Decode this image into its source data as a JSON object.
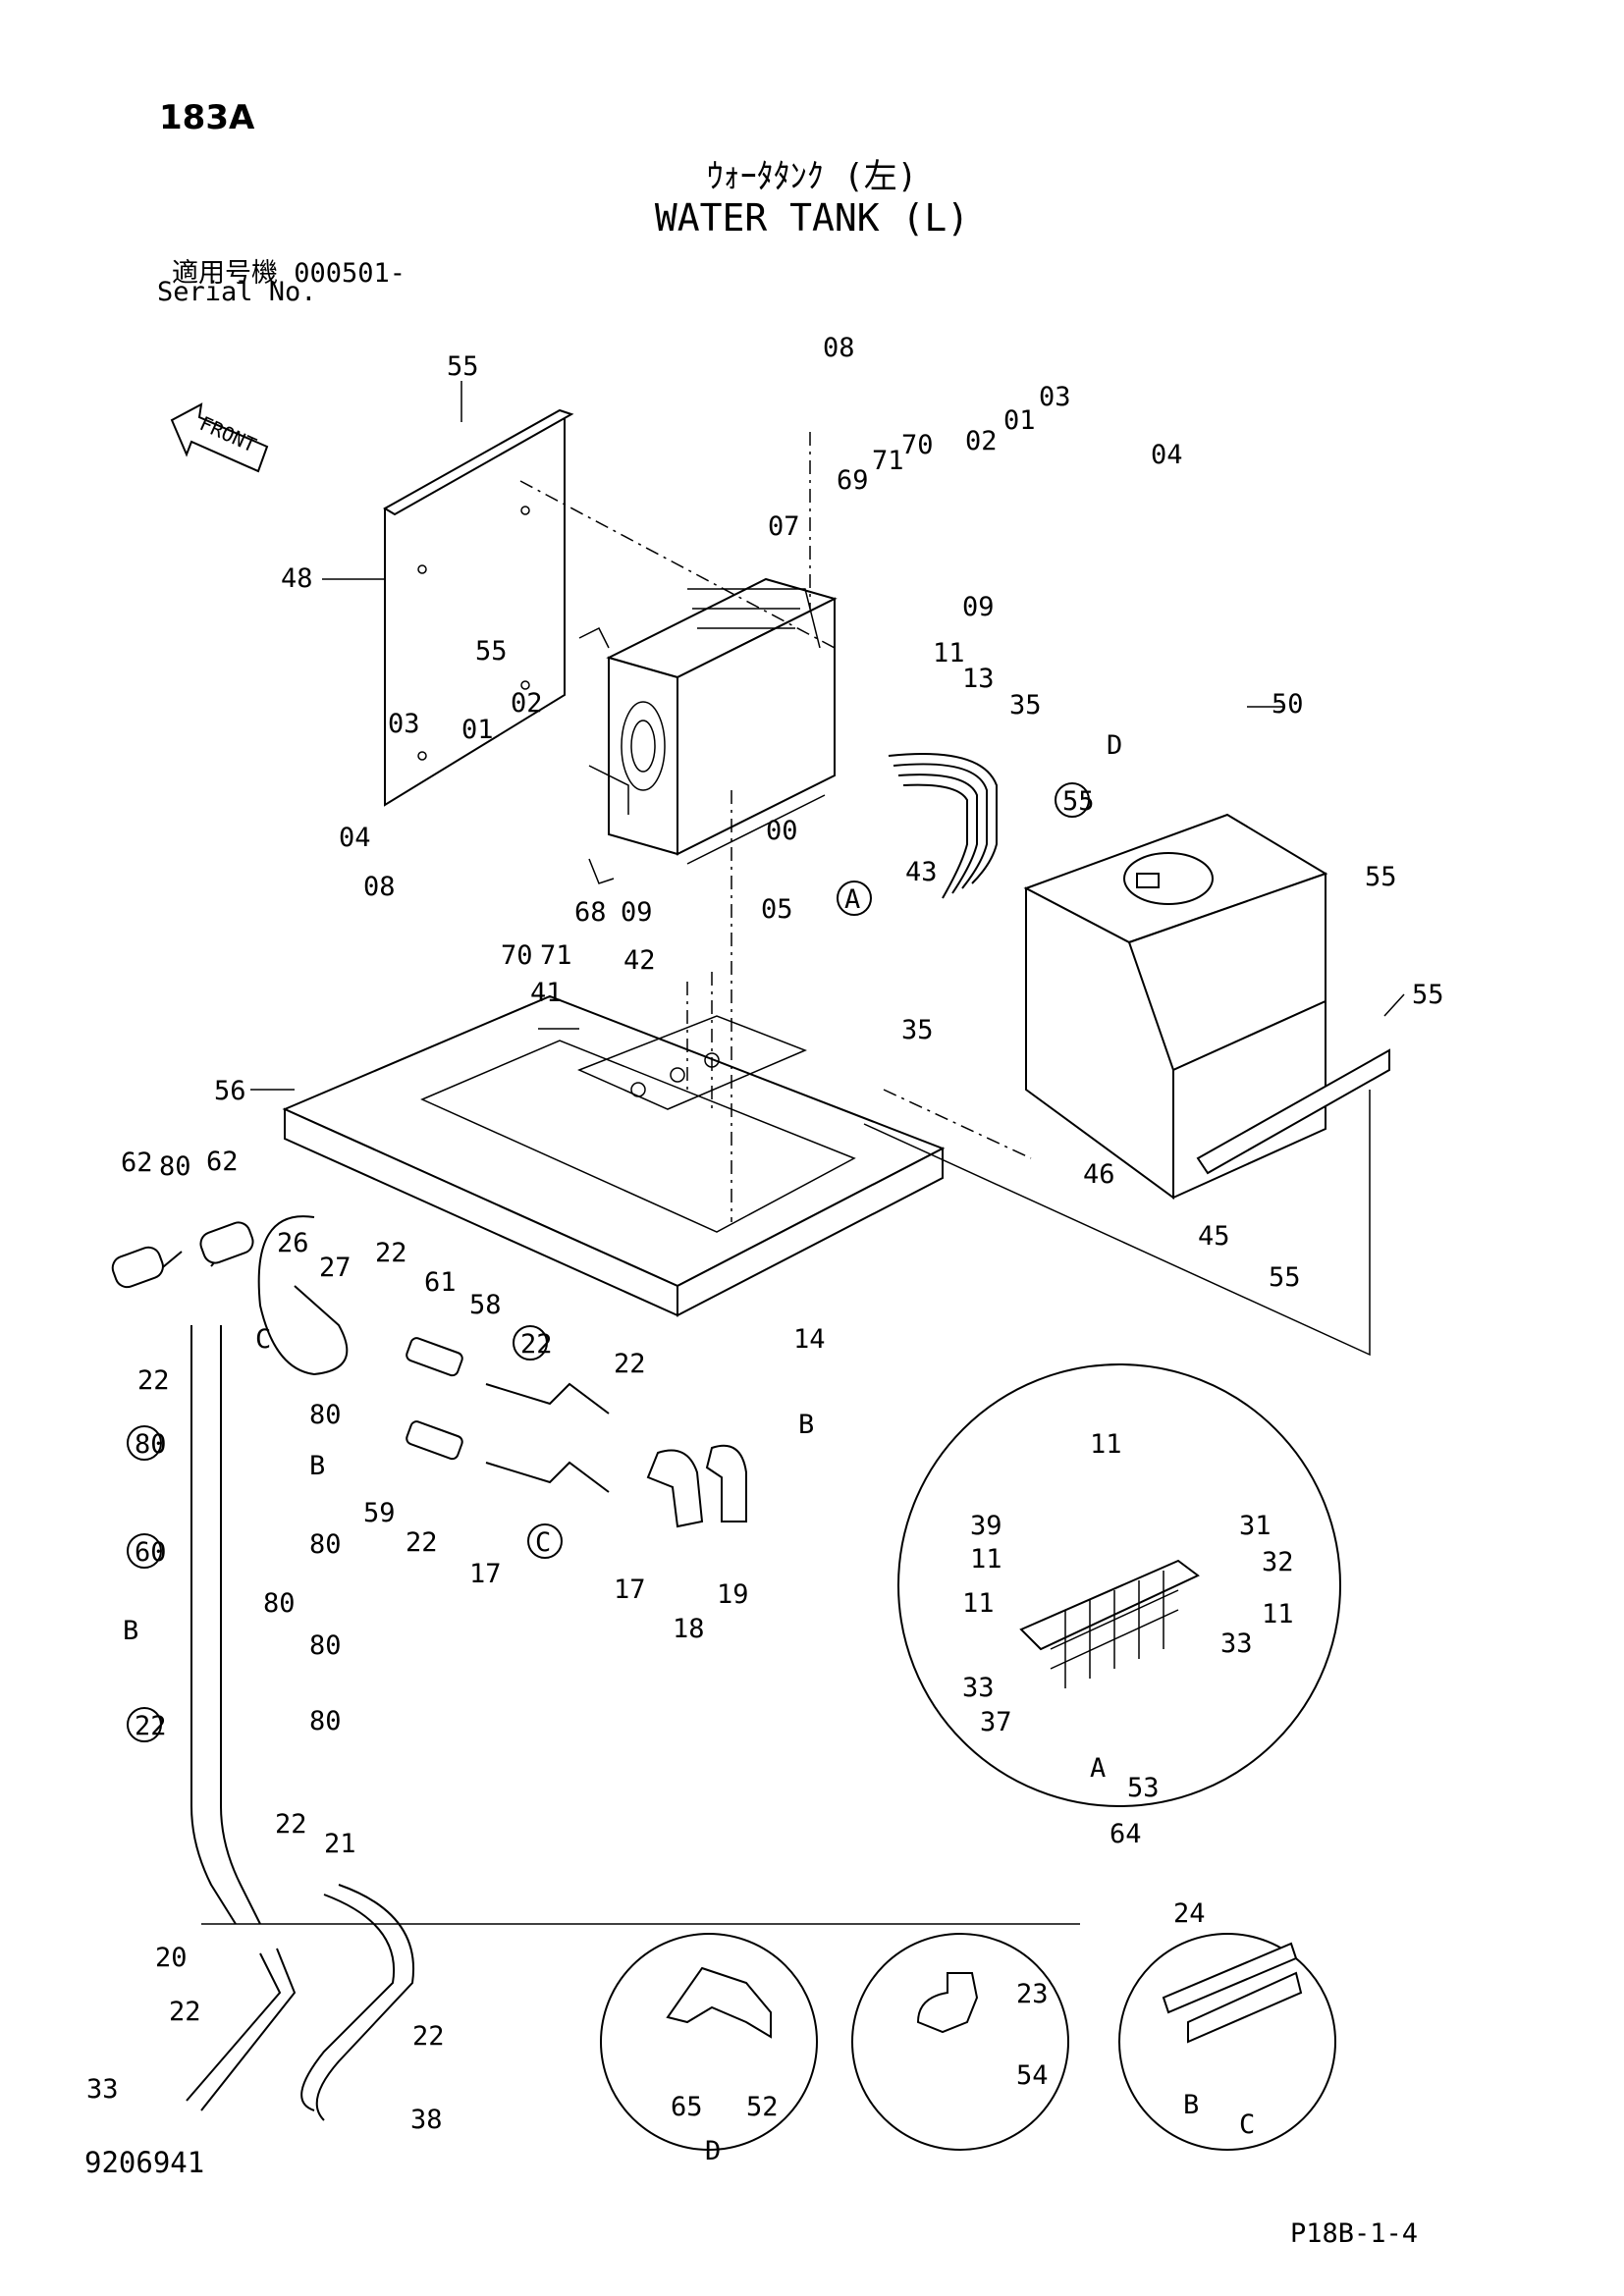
{
  "header": {
    "page_code": "183A",
    "title_jp": "ｳｫｰﾀﾀﾝｸ (左)",
    "title_en": "WATER TANK (L)",
    "serial_label_jp": "適用号機 000501-",
    "serial_label_en": "Serial No."
  },
  "footer": {
    "doc_number": "9206941",
    "page_ref": "P18B-1-4"
  },
  "front_arrow": "FRONT",
  "callouts": [
    "55",
    "08",
    "01",
    "03",
    "02",
    "70",
    "71",
    "69",
    "04",
    "07",
    "48",
    "09",
    "55",
    "11",
    "13",
    "35",
    "50",
    "03",
    "01",
    "02",
    "04",
    "08",
    "00",
    "43",
    "D",
    "55",
    "70",
    "71",
    "68",
    "09",
    "05",
    "A",
    "55",
    "55",
    "42",
    "41",
    "35",
    "56",
    "46",
    "45",
    "55",
    "62",
    "80",
    "62",
    "26",
    "27",
    "14",
    "22",
    "61",
    "58",
    "C",
    "22",
    "22",
    "22",
    "B",
    "80",
    "80",
    "B",
    "80",
    "60",
    "59",
    "C",
    "22",
    "17",
    "17",
    "18",
    "19",
    "80",
    "B",
    "80",
    "80",
    "22",
    "22",
    "21",
    "20",
    "22",
    "22",
    "33",
    "38",
    "11",
    "39",
    "31",
    "11",
    "32",
    "11",
    "11",
    "33",
    "33",
    "37",
    "A",
    "53",
    "64",
    "24",
    "23",
    "65",
    "52",
    "54",
    "B",
    "C",
    "D"
  ]
}
